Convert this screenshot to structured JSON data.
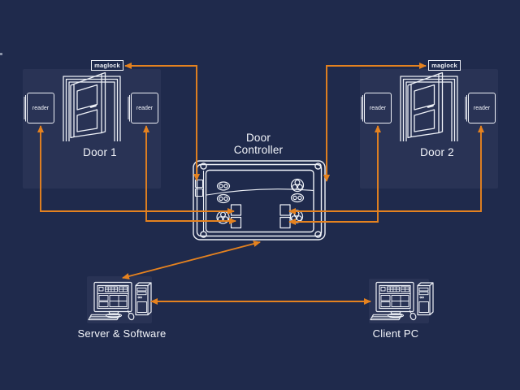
{
  "canvas": {
    "background_color": "#1f2a4c",
    "wire_color": "#e5821f",
    "line_color": "#eef1f7"
  },
  "nodes": {
    "door1": {
      "label": "Door 1",
      "maglock_label": "maglock",
      "left_reader_label": "reader",
      "right_reader_label": "reader"
    },
    "door2": {
      "label": "Door 2",
      "maglock_label": "maglock",
      "left_reader_label": "reader",
      "right_reader_label": "reader"
    },
    "controller": {
      "label_line1": "Door",
      "label_line2": "Controller"
    },
    "server": {
      "label": "Server & Software"
    },
    "client": {
      "label": "Client PC"
    }
  },
  "connections": [
    {
      "from": "door1-maglock",
      "to": "door-controller",
      "style": "orange-double-arrow"
    },
    {
      "from": "door1-left-reader",
      "to": "door-controller-left-terminal-1",
      "style": "orange-double-arrow"
    },
    {
      "from": "door1-right-reader",
      "to": "door-controller-left-terminal-2",
      "style": "orange-double-arrow"
    },
    {
      "from": "door2-maglock",
      "to": "door-controller",
      "style": "orange-double-arrow"
    },
    {
      "from": "door2-left-reader",
      "to": "door-controller-right-terminal-2",
      "style": "orange-double-arrow"
    },
    {
      "from": "door2-right-reader",
      "to": "door-controller-right-terminal-1",
      "style": "orange-double-arrow"
    },
    {
      "from": "door-controller",
      "to": "server",
      "style": "orange-double-arrow"
    },
    {
      "from": "server",
      "to": "client-pc",
      "style": "orange-double-arrow"
    }
  ]
}
